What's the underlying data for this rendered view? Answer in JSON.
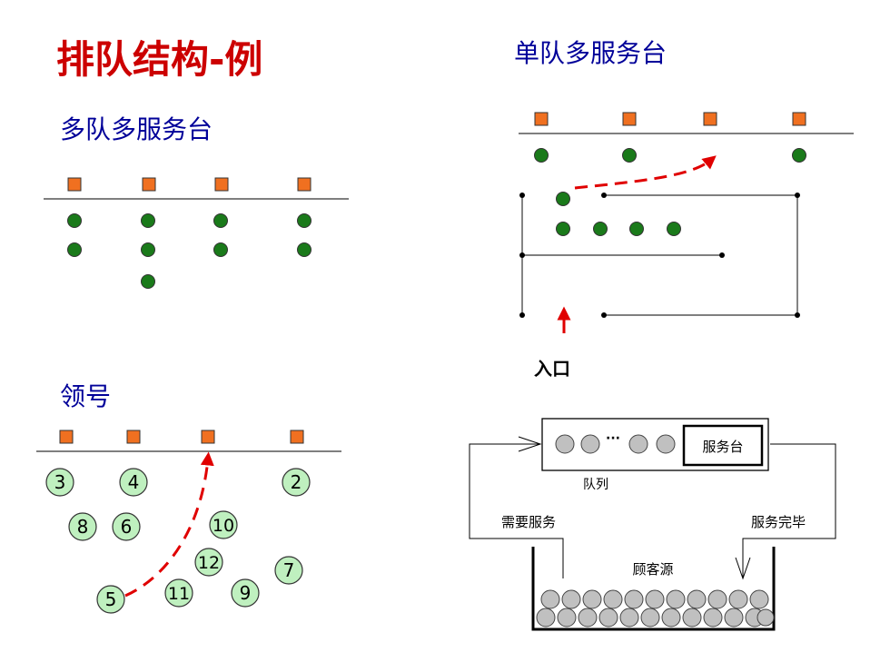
{
  "title": "排队结构-例",
  "sections": {
    "multi_queue_multi_server": {
      "heading": "多队多服务台"
    },
    "single_queue_multi_server": {
      "heading": "单队多服务台",
      "entrance_label": "入口"
    },
    "ticket": {
      "heading": "领号",
      "tickets": [
        "3",
        "4",
        "2",
        "8",
        "6",
        "10",
        "12",
        "7",
        "11",
        "9",
        "5"
      ]
    },
    "model": {
      "server_label": "服务台",
      "ellipsis": "···",
      "queue_label": "队列",
      "need_service_label": "需要服务",
      "service_done_label": "服务完毕",
      "source_label": "顾客源"
    }
  },
  "colors": {
    "title": "#cc0000",
    "heading": "#000099",
    "server_fill": "#f07020",
    "customer_fill": "#1a7a1a",
    "ticket_fill": "#bff0bf",
    "arrow_red": "#e00000",
    "source_ball": "#c0c0c0"
  }
}
